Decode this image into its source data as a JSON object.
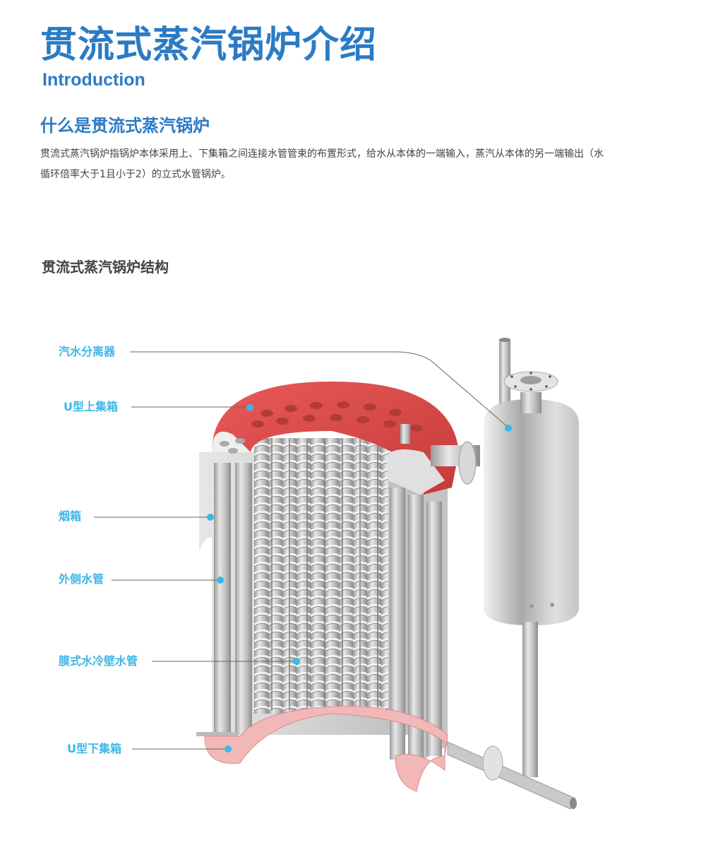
{
  "header": {
    "title": "贯流式蒸汽锅炉介绍",
    "subtitle": "Introduction"
  },
  "section": {
    "title": "什么是贯流式蒸汽锅炉",
    "description": "贯流式蒸汽锅炉指锅炉本体采用上、下集箱之间连接水管管束的布置形式，给水从本体的一端输入，蒸汽从本体的另一端输出（水循环倍率大于1且小于2）的立式水管锅炉。"
  },
  "structure": {
    "title": "贯流式蒸汽锅炉结构",
    "labels": [
      {
        "id": "separator",
        "text": "汽水分离器"
      },
      {
        "id": "upper-header",
        "text": "U型上集箱"
      },
      {
        "id": "smoke-box",
        "text": "烟箱"
      },
      {
        "id": "outer-tubes",
        "text": "外侧水管"
      },
      {
        "id": "membrane-tubes",
        "text": "膜式水冷壁水管"
      },
      {
        "id": "lower-header",
        "text": "U型下集箱"
      }
    ]
  },
  "colors": {
    "title_blue": "#2b7bc4",
    "label_blue": "#3fb6e6",
    "upper_header_red": "#e05252",
    "lower_header_pink": "#f2b8b8",
    "steel_gray": "#c8c8c8"
  }
}
